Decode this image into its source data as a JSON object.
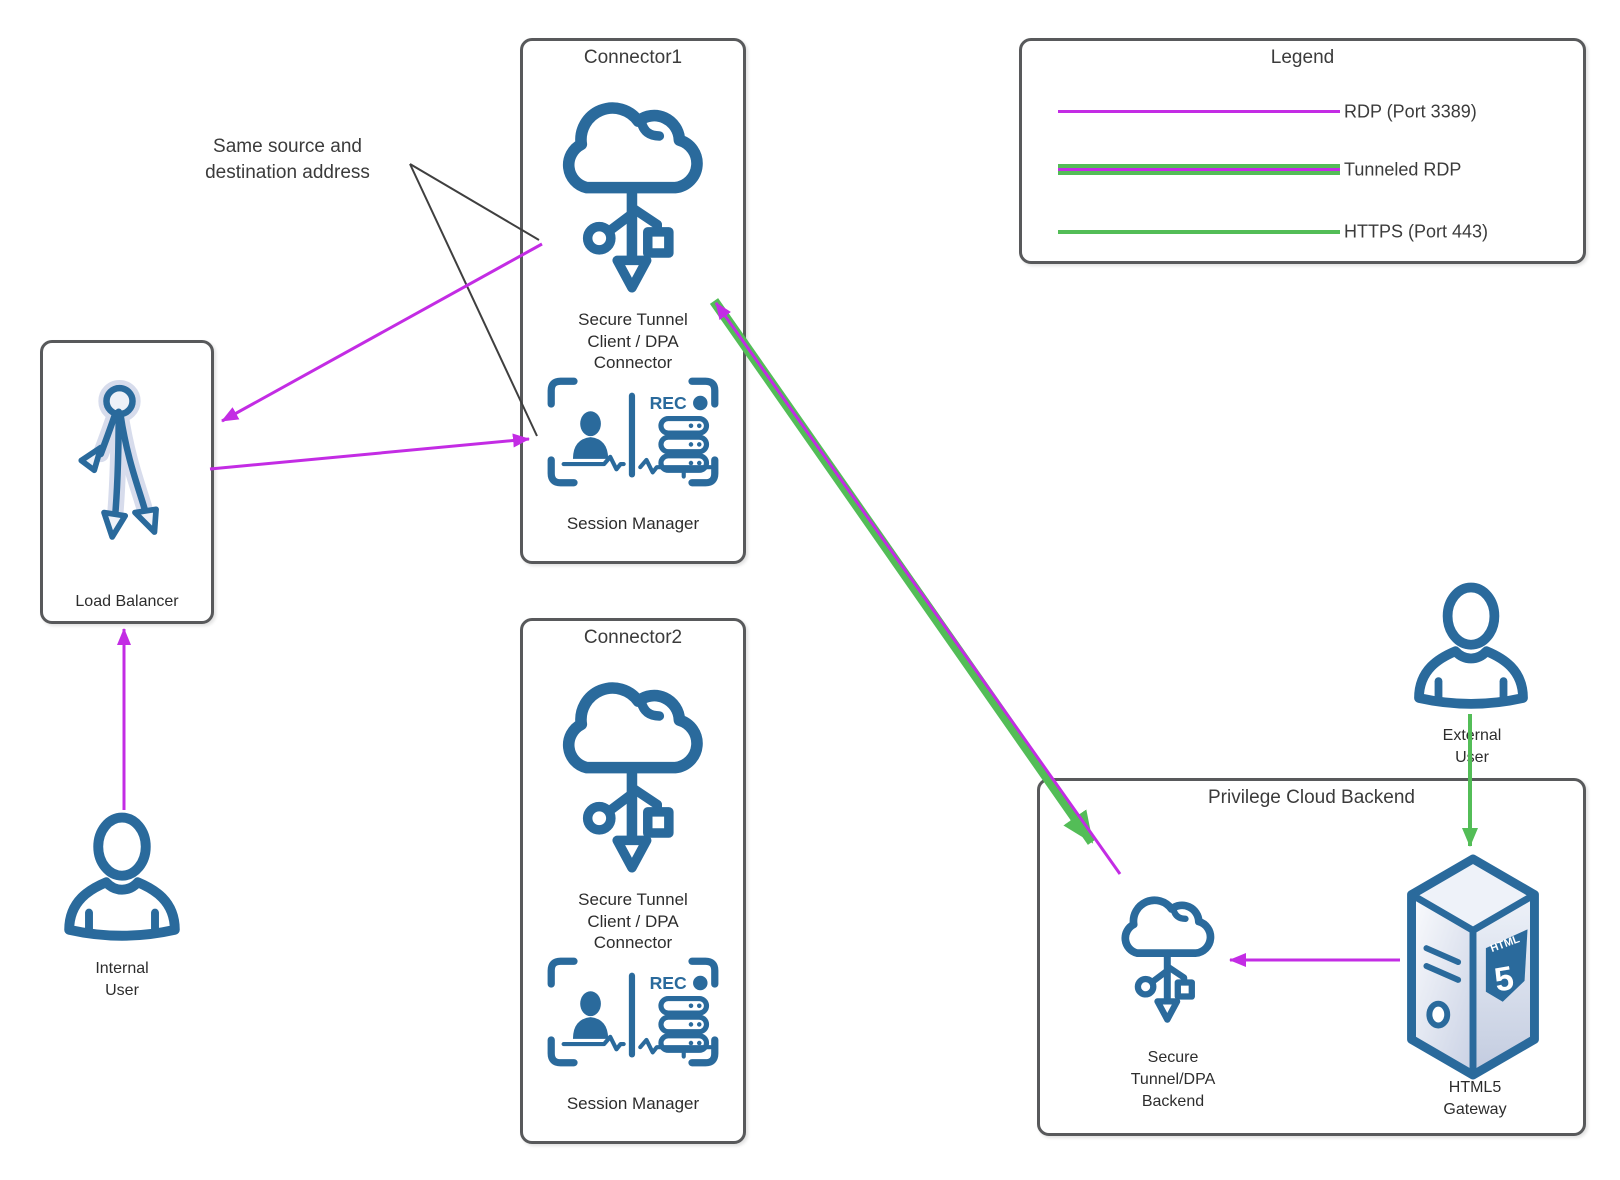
{
  "colors": {
    "icon_blue": "#2a6a9c",
    "rdp_magenta": "#c32ce4",
    "https_green": "#53bd57",
    "box_border_gray": "#58595b",
    "line_black": "#3f3f3f"
  },
  "annotation": {
    "text": "Same source and\ndestination address"
  },
  "load_balancer": {
    "label": "Load Balancer"
  },
  "internal_user": {
    "label": "Internal\nUser"
  },
  "external_user": {
    "label": "External\nUser"
  },
  "connector1": {
    "title": "Connector1",
    "cloud_label": "Secure Tunnel\nClient / DPA\nConnector",
    "rec_label": "REC",
    "session_label": "Session Manager"
  },
  "connector2": {
    "title": "Connector2",
    "cloud_label": "Secure Tunnel\nClient / DPA\nConnector",
    "rec_label": "REC",
    "session_label": "Session Manager"
  },
  "legend": {
    "title": "Legend",
    "items": [
      {
        "label": "RDP (Port 3389)",
        "style": "rdp"
      },
      {
        "label": "Tunneled RDP",
        "style": "tunneled"
      },
      {
        "label": "HTTPS (Port 443)",
        "style": "https"
      }
    ]
  },
  "backend": {
    "title": "Privilege Cloud Backend",
    "cloud_label": "Secure\nTunnel/DPA\nBackend",
    "gateway_label": "HTML5\nGateway",
    "gateway_icon": {
      "top": "HTML",
      "five": "5"
    }
  }
}
